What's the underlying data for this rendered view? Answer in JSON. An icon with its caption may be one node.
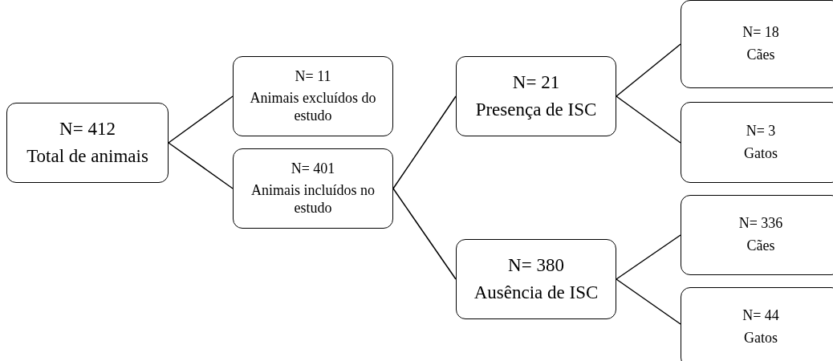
{
  "diagram": {
    "nodes": [
      {
        "text": [
          "N= 412",
          "Total de animais"
        ]
      },
      {
        "text": [
          "N= 11",
          "Animais excluídos do estudo"
        ]
      },
      {
        "text": [
          "N= 401",
          "Animais incluídos no estudo"
        ]
      },
      {
        "text": [
          "N= 21",
          "Presença de ISC"
        ]
      },
      {
        "text": [
          "N= 380",
          "Ausência de ISC"
        ]
      },
      {
        "text": [
          "N= 18",
          "Cães"
        ]
      },
      {
        "text": [
          "N= 3",
          "Gatos"
        ]
      },
      {
        "text": [
          "N= 336",
          "Cães"
        ]
      },
      {
        "text": [
          "N= 44",
          "Gatos"
        ]
      }
    ],
    "edges": [
      {
        "from": 0,
        "to": 1,
        "arrow": "none"
      },
      {
        "from": 0,
        "to": 2,
        "arrow": "none"
      },
      {
        "from": 2,
        "to": 3,
        "arrow": "none"
      },
      {
        "from": 2,
        "to": 4,
        "arrow": "none"
      },
      {
        "from": 3,
        "to": 5,
        "arrow": "none"
      },
      {
        "from": 3,
        "to": 6,
        "arrow": "none"
      },
      {
        "from": 4,
        "to": 7,
        "arrow": "none"
      },
      {
        "from": 4,
        "to": 8,
        "arrow": "none"
      }
    ]
  }
}
